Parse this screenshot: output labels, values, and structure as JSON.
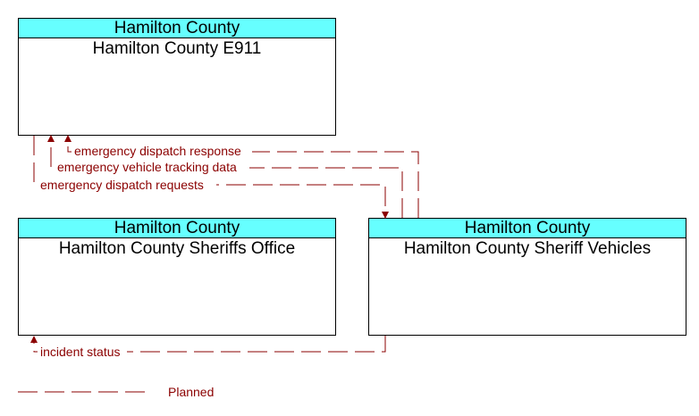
{
  "nodes": {
    "e911": {
      "header": "Hamilton County",
      "title": "Hamilton County E911"
    },
    "sheriffs_office": {
      "header": "Hamilton County",
      "title": "Hamilton County Sheriffs Office"
    },
    "sheriff_vehicles": {
      "header": "Hamilton County",
      "title": "Hamilton County Sheriff Vehicles"
    }
  },
  "flows": {
    "dispatch_response": "emergency dispatch response",
    "vehicle_tracking": "emergency vehicle tracking data",
    "dispatch_requests": "emergency dispatch requests",
    "incident_status": "incident status"
  },
  "legend": {
    "planned": "Planned"
  },
  "colors": {
    "header_fill": "#66ffff",
    "flow_line": "#8b0000"
  }
}
